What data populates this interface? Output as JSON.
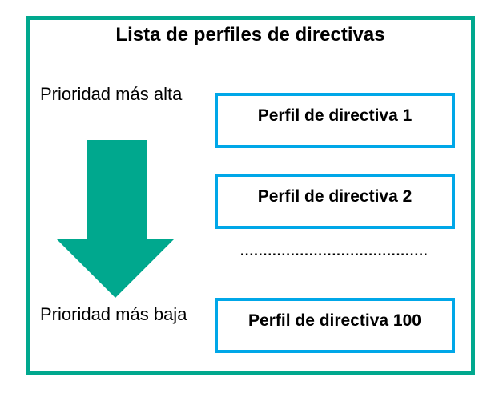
{
  "figure": {
    "title": "Lista de perfiles de directivas",
    "labels": {
      "highest_priority": "Prioridad más alta",
      "lowest_priority": "Prioridad más baja"
    },
    "profiles": [
      {
        "label": "Perfil de directiva 1"
      },
      {
        "label": "Perfil de directiva 2"
      },
      {
        "label": "Perfil de directiva 100"
      }
    ],
    "ellipsis": ".........................................",
    "colors": {
      "frame_border": "#00A88E",
      "arrow_fill": "#00A88E",
      "profile_box_border": "#00A7E8",
      "text": "#000000",
      "background": "#FFFFFF"
    }
  }
}
